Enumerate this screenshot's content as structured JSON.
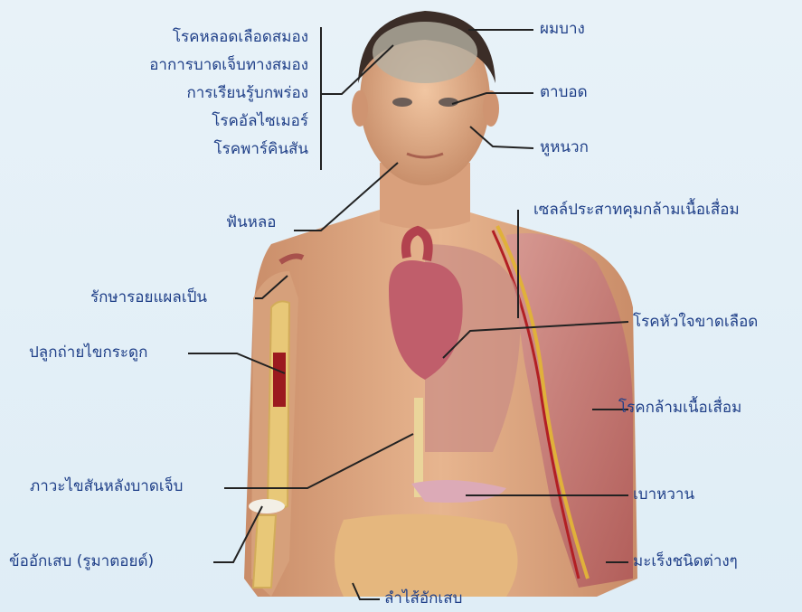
{
  "labels": {
    "brain_group": [
      "โรคหลอดเลือดสมอง",
      "อาการบาดเจ็บทางสมอง",
      "การเรียนรู้บกพร่อง",
      "โรคอัลไซเมอร์",
      "โรคพาร์คินสัน"
    ],
    "hair": "ผมบาง",
    "eye": "ตาบอด",
    "ear": "หูหนวก",
    "teeth": "ฟันหลอ",
    "motor_neuron": "เซลล์ประสาทคุมกล้ามเนื้อเสื่อม",
    "scar": "รักษารอยแผลเป็น",
    "heart": "โรคหัวใจขาดเลือด",
    "bone_marrow": "ปลูกถ่ายไขกระดูก",
    "muscle": "โรคกล้ามเนื้อเสื่อม",
    "spinal": "ภาวะไขสันหลังบาดเจ็บ",
    "diabetes": "เบาหวาน",
    "joint": "ข้ออักเสบ  (รูมาตอยด์)",
    "cancer": "มะเร็งชนิดต่างๆ",
    "bowel": "ลำไส้อักเสบ"
  }
}
